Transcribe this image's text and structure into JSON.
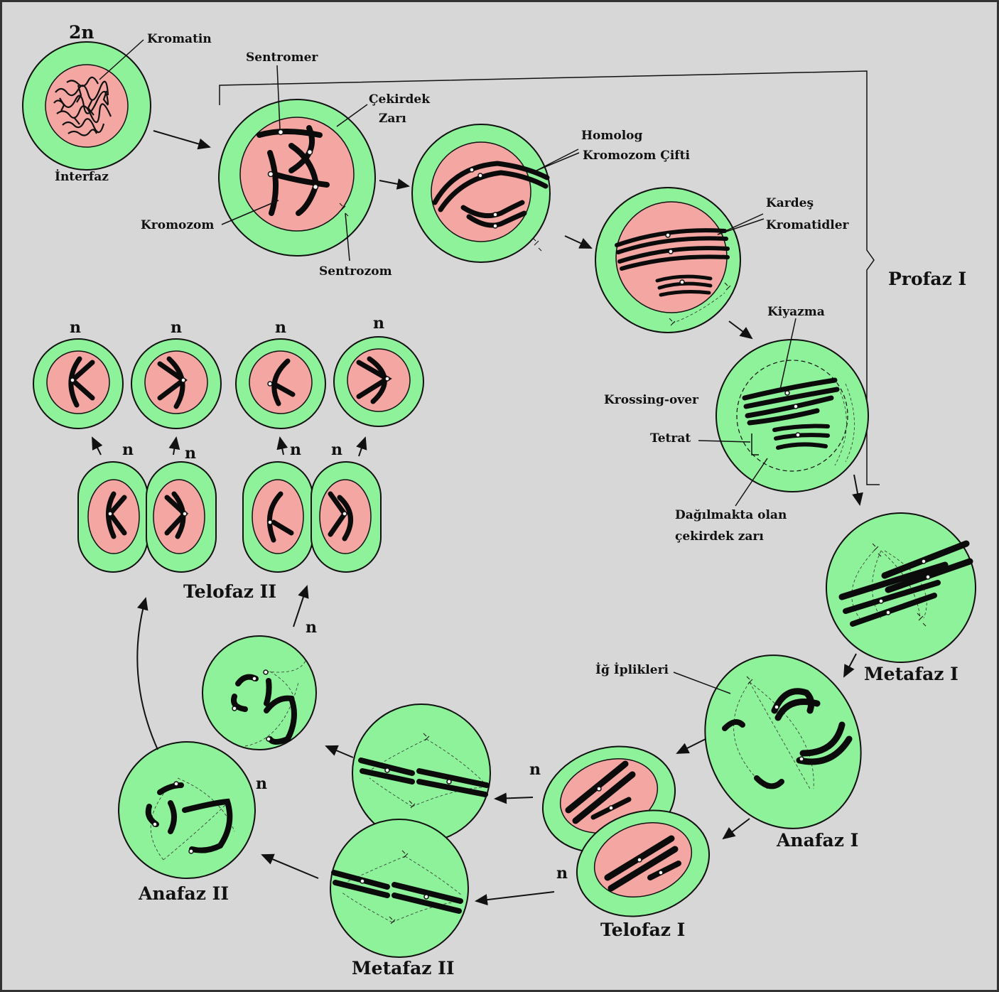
{
  "colors": {
    "background": "#d7d7d7",
    "cytoplasm": "#8ef29a",
    "nucleus": "#f4a6a2",
    "chromosome": "#0b0b0b"
  },
  "labels": {
    "ploidy_2n": "2n",
    "interfaz": "İnterfaz",
    "kromatin": "Kromatin",
    "sentromer": "Sentromer",
    "cekirdek_zari_1": "Çekirdek",
    "cekirdek_zari_2": "Zarı",
    "kromozom": "Kromozom",
    "sentrozom": "Sentrozom",
    "homolog_1": "Homolog",
    "homolog_2": "Kromozom Çifti",
    "kardes_1": "Kardeş",
    "kardes_2": "Kromatidler",
    "profaz1": "Profaz I",
    "kiyazma": "Kiyazma",
    "krossing_over": "Krossing-over",
    "tetrat": "Tetrat",
    "dagilmakta_1": "Dağılmakta olan",
    "dagilmakta_2": "çekirdek zarı",
    "metafaz1": "Metafaz I",
    "ig_iplikleri": "İğ İplikleri",
    "anafaz1": "Anafaz I",
    "telofaz1": "Telofaz I",
    "metafaz2": "Metafaz II",
    "anafaz2": "Anafaz II",
    "telofaz2": "Telofaz II",
    "ploidy_n": "n"
  }
}
